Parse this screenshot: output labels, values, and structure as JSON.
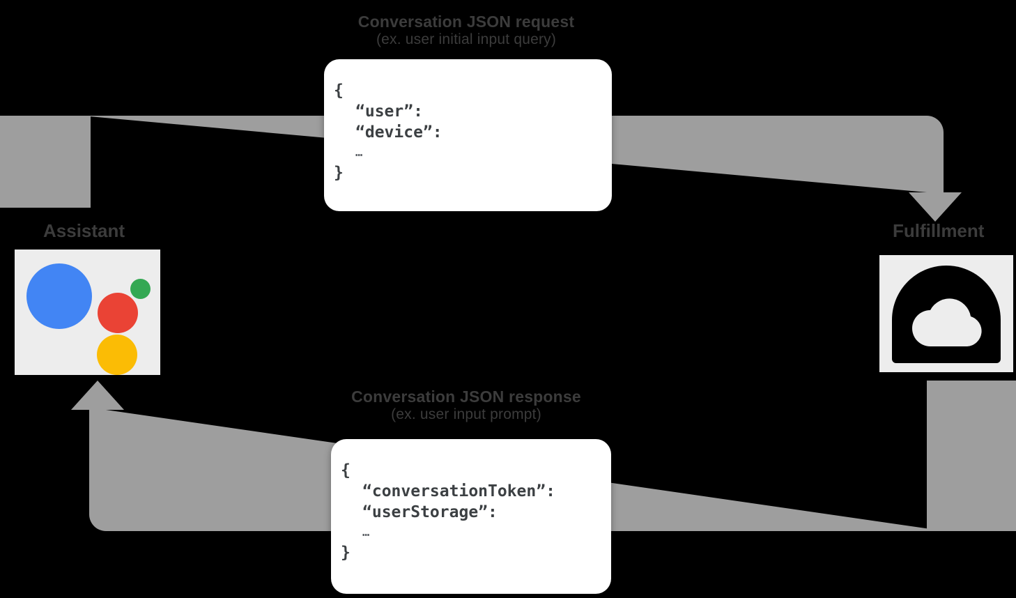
{
  "diagram": {
    "title_hidden": "",
    "background_color": "#000000",
    "arrow_color": "#9e9e9e",
    "endpoints": [
      {
        "id": "assistant",
        "label": "Assistant",
        "icon": "google-assistant-logo",
        "tile_color": "#ededed",
        "dot_colors": [
          "#4285f4",
          "#ea4335",
          "#fbbc05",
          "#34a853"
        ]
      },
      {
        "id": "fulfillment",
        "label": "Fulfillment",
        "icon": "cloud-functions-icon",
        "tile_color": "#ededed",
        "icon_color": "#000000"
      }
    ],
    "flows": [
      {
        "id": "request",
        "direction": "assistant-to-fulfillment",
        "title": "Conversation JSON request",
        "subtitle": "(ex. user initial input query)",
        "payload": {
          "lines": [
            "{",
            "“user”:",
            "“device”:",
            "…",
            "}"
          ]
        }
      },
      {
        "id": "response",
        "direction": "fulfillment-to-assistant",
        "title": "Conversation JSON response",
        "subtitle": "(ex. user input prompt)",
        "payload": {
          "lines": [
            "{",
            "“conversationToken”:",
            "“userStorage”:",
            "…",
            "}"
          ]
        }
      }
    ]
  }
}
